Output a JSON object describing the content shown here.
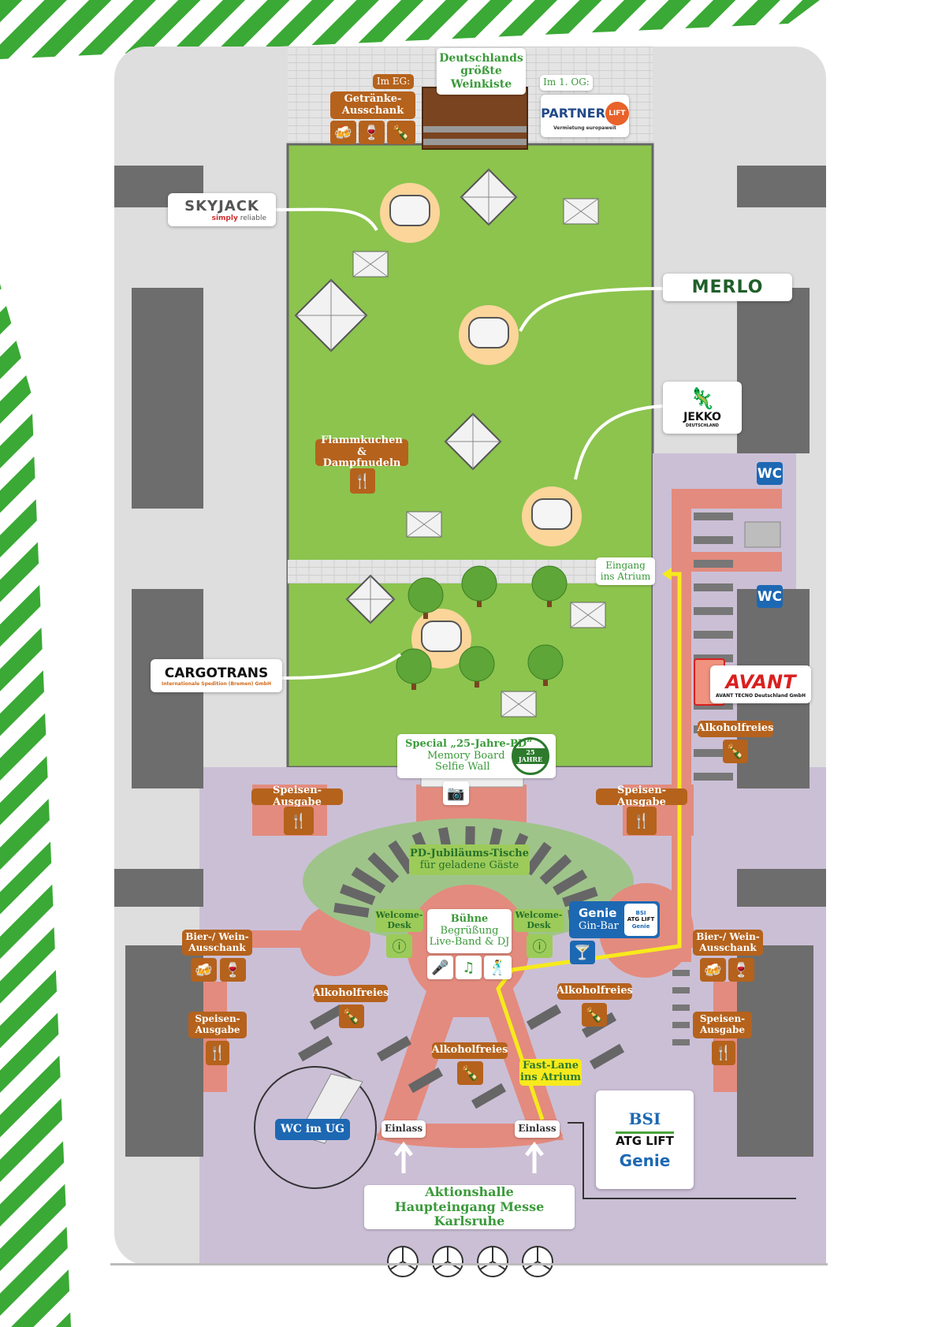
{
  "colors": {
    "grass": "#8cc44e",
    "hall": "#cbbfd6",
    "path": "#e38b7e",
    "brown": "#b5621c",
    "green_text": "#3a9a3a",
    "yellow": "#f7ea1c",
    "blue": "#1d68b3",
    "stripes": "#3aa935"
  },
  "top": {
    "im_eg": "Im EG:",
    "getraenke": [
      "Getränke-",
      "Ausschank"
    ],
    "weinkiste": [
      "Deutschlands",
      "größte",
      "Weinkiste"
    ],
    "im_1og": "Im 1. OG:"
  },
  "logos": {
    "partnerlift": {
      "name": "PARTNER",
      "badge": "LIFT",
      "tagline": "Vermietung europaweit"
    },
    "skyjack": {
      "name": "SKYJACK",
      "tag1": "simply",
      "tag2": " reliable"
    },
    "merlo": "MERLO",
    "jekko": {
      "name": "JEKKO",
      "sub": "DEUTSCHLAND"
    },
    "cargotrans": {
      "name": "CARGOTRANS",
      "sub": "Internationale Spedition (Bremen) GmbH"
    },
    "avant": {
      "name": "AVANT",
      "sub": "AVANT TECNO Deutschland GmbH"
    },
    "bsi": {
      "bsi": "BSI",
      "atg": "ATG LIFT",
      "genie": "Genie"
    }
  },
  "labels": {
    "flammkuchen": [
      "Flammkuchen &",
      "Dampfnudeln"
    ],
    "wc": "WC",
    "eingang": [
      "Eingang",
      "ins Atrium"
    ],
    "alkoholfreies": "Alkoholfreies",
    "special": {
      "title": "Special „25-Jahre-PD“",
      "l1": "Memory Board",
      "l2": "Selfie Wall",
      "stamp": "25 JAHRE"
    },
    "speisen_ausgabe": "Speisen-Ausgabe",
    "speisen_split": [
      "Speisen-",
      "Ausgabe"
    ],
    "pd_tische": [
      "PD-Jubiläums-Tische",
      "für geladene Gäste"
    ],
    "welcome": [
      "Welcome-",
      "Desk"
    ],
    "buehne": {
      "title": "Bühne",
      "l1": "Begrüßung",
      "l2": "Live-Band & DJ"
    },
    "gin_bar": {
      "brand": "Genie",
      "name": "Gin-Bar"
    },
    "bier_wein": [
      "Bier-/ Wein-",
      "Ausschank"
    ],
    "fast_lane": [
      "Fast-Lane",
      "ins Atrium"
    ],
    "wc_ug": "WC im UG",
    "einlass": "Einlass",
    "aktionshalle": [
      "Aktionshalle",
      "Haupteingang Messe Karlsruhe"
    ]
  }
}
